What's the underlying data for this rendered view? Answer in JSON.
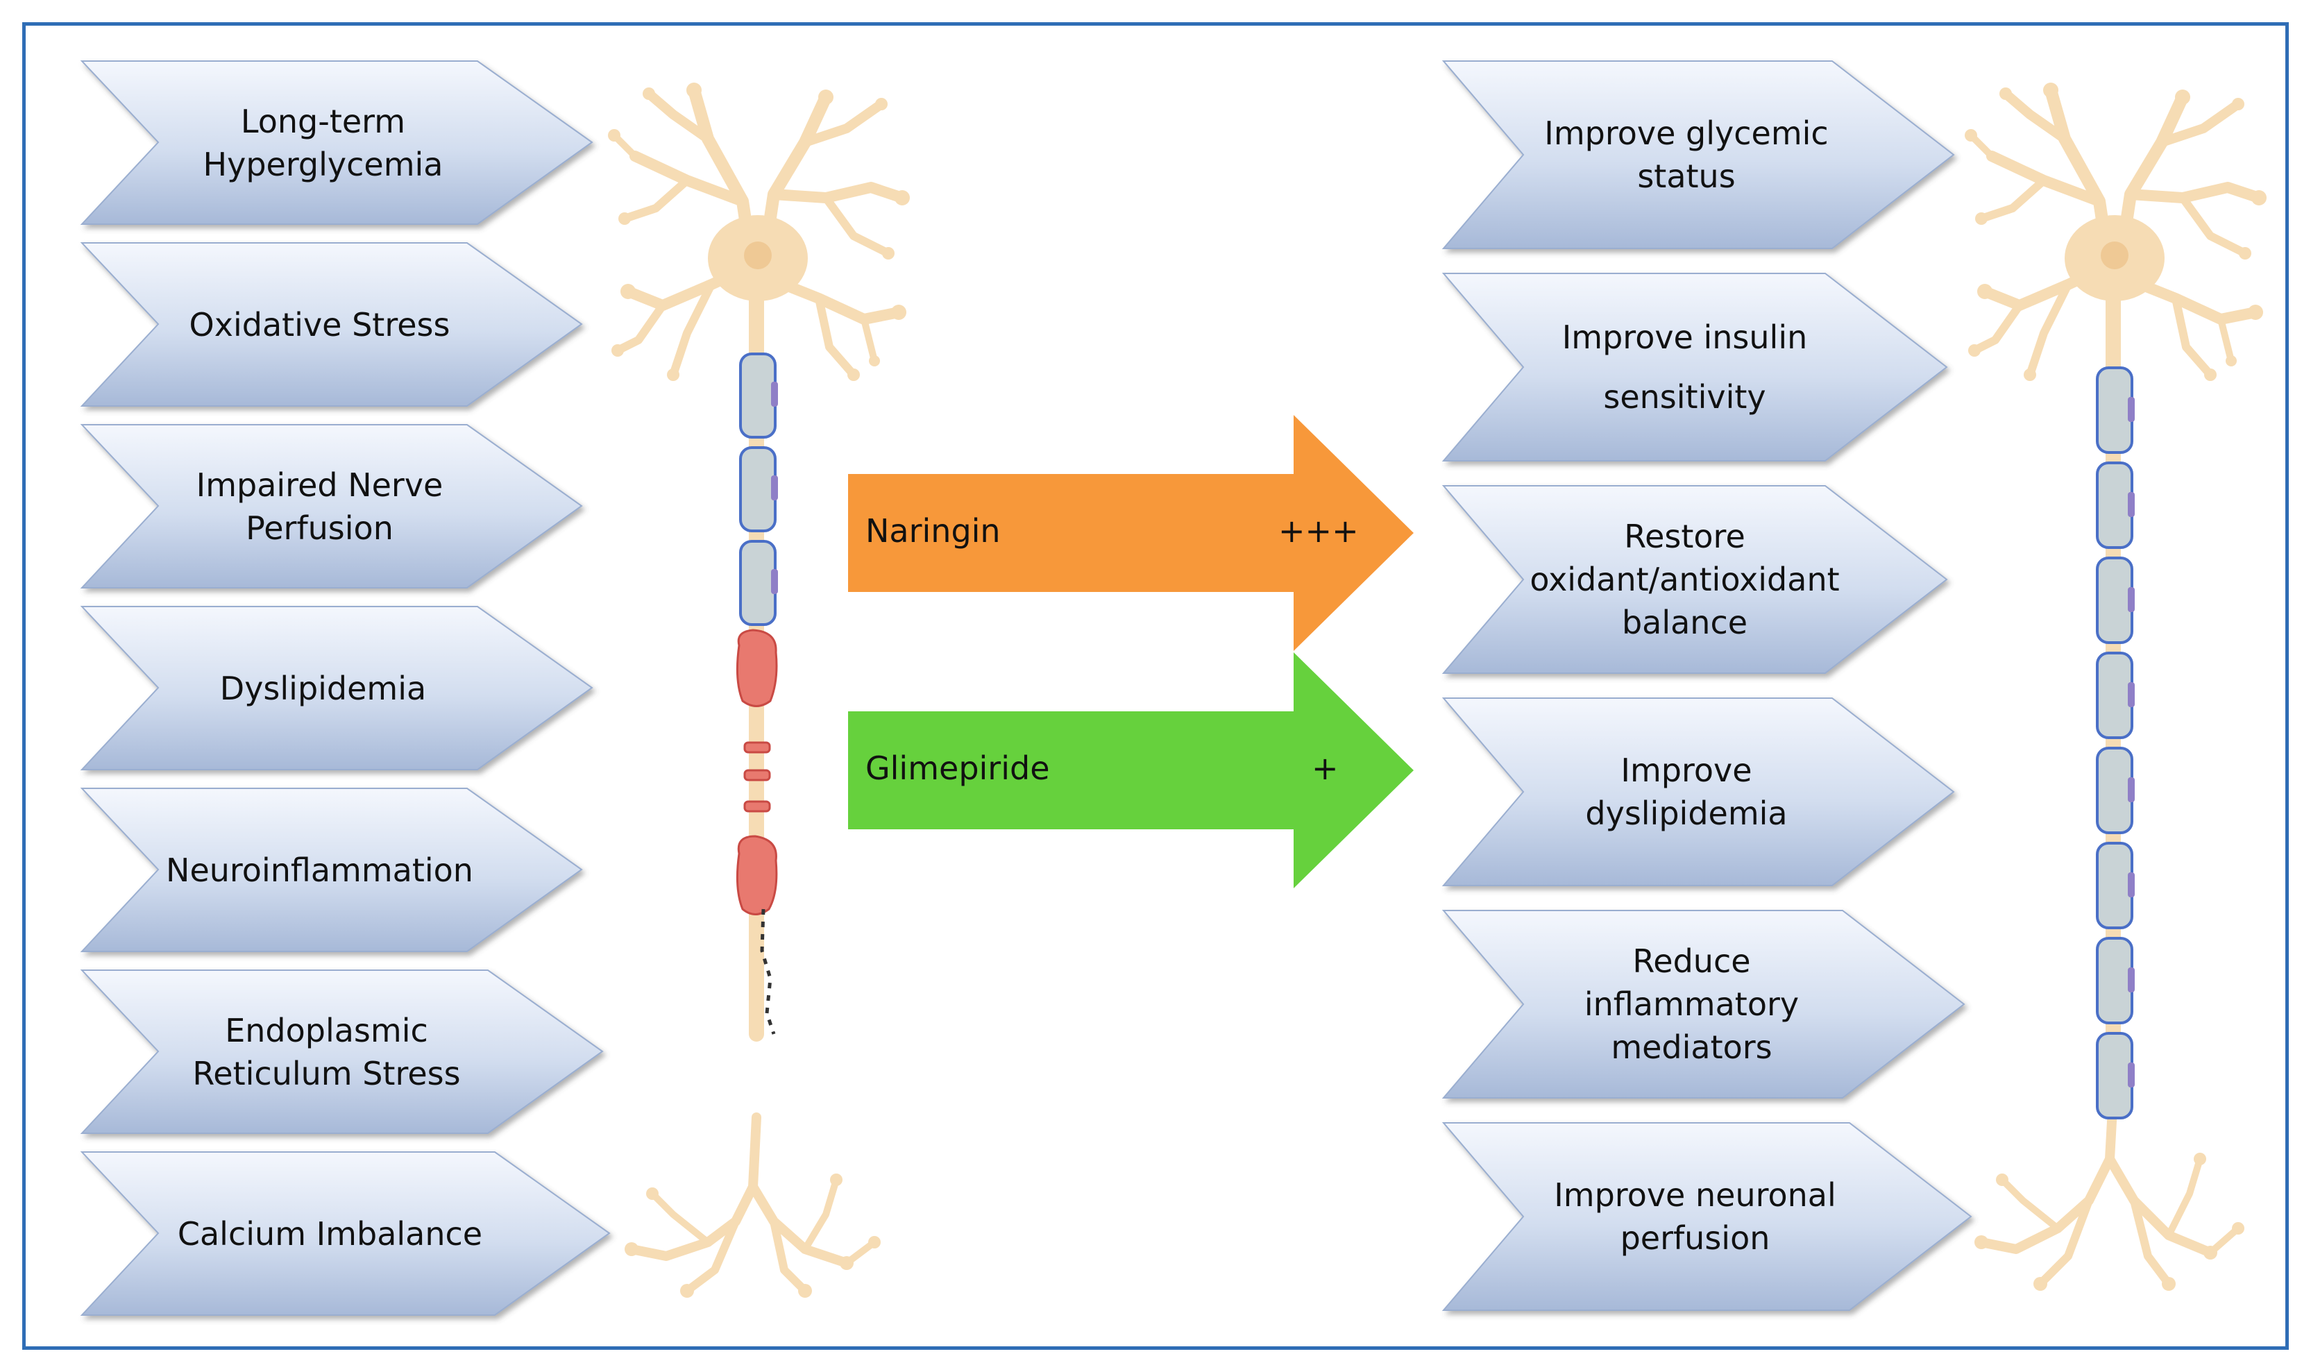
{
  "causes": [
    {
      "label": "Long-term\nHyperglycemia"
    },
    {
      "label": "Oxidative Stress"
    },
    {
      "label": "Impaired Nerve\nPerfusion"
    },
    {
      "label": "Dyslipidemia"
    },
    {
      "label": "Neuroinflammation"
    },
    {
      "label": "Endoplasmic\nReticulum Stress"
    },
    {
      "label": "Calcium Imbalance"
    }
  ],
  "effects": [
    {
      "label": "Improve glycemic\nstatus"
    },
    {
      "label": "Improve insulin\nsensitivity"
    },
    {
      "label": "Restore\noxidant/antioxidant\nbalance"
    },
    {
      "label": "Improve\ndyslipidemia"
    },
    {
      "label": "Reduce\ninflammatory\nmediators"
    },
    {
      "label": "Improve neuronal\nperfusion"
    }
  ],
  "treatments": [
    {
      "name": "Naringin",
      "strength": "+++",
      "color": "#f7983a"
    },
    {
      "name": "Glimepiride",
      "strength": "+",
      "color": "#66d13d"
    }
  ],
  "colors": {
    "frame": "#2f6db5",
    "chevron_top": "#f4f7fd",
    "chevron_bottom": "#a7b9d8",
    "neuron_body": "#f6dcb4",
    "neuron_outline": "#e2b98a",
    "myelin_fill": "#c9d3d6",
    "myelin_outline": "#4a6fc7",
    "damage_red": "#e8796f"
  }
}
